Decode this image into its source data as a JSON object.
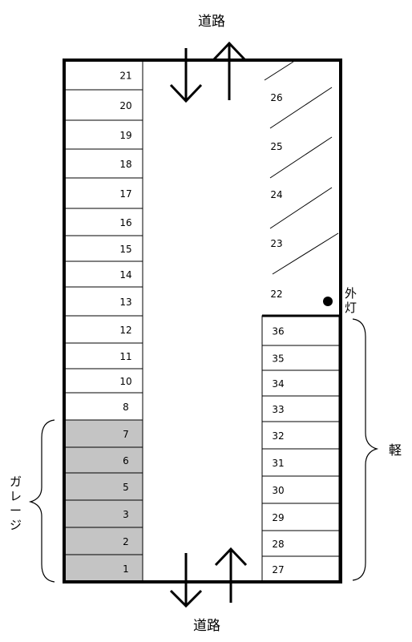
{
  "labels": {
    "road_top": "道路",
    "road_bottom": "道路",
    "light_line1": "外",
    "light_line2": "灯",
    "kei": "軽",
    "garage": "ガレージ"
  },
  "left_spaces": [
    "21",
    "20",
    "19",
    "18",
    "17",
    "16",
    "15",
    "14",
    "13",
    "12",
    "11",
    "10",
    "8",
    "7",
    "6",
    "5",
    "3",
    "2",
    "1"
  ],
  "garage_spaces": [
    "7",
    "6",
    "5",
    "3",
    "2",
    "1"
  ],
  "diagonal_spaces": [
    "26",
    "25",
    "24",
    "23",
    "22"
  ],
  "kei_spaces": [
    "36",
    "35",
    "34",
    "33",
    "32",
    "31",
    "30",
    "29",
    "28",
    "27"
  ],
  "colors": {
    "garage_fill": "#c4c4c4",
    "line": "#000000"
  }
}
